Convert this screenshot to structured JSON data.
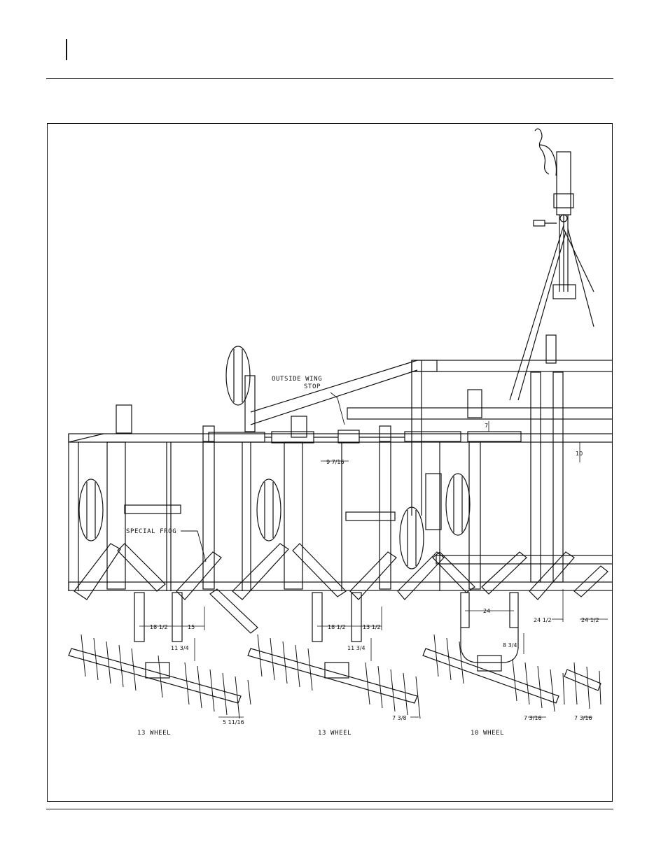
{
  "figure": {
    "callouts": {
      "outside_wing_stop_line1": "OUTSIDE WING",
      "outside_wing_stop_line2": "STOP",
      "special_frog": "SPECIAL FROG"
    },
    "section_labels": [
      "13 WHEEL",
      "13 WHEEL",
      "10 WHEEL"
    ],
    "dimensions": {
      "d1": "7",
      "d2": "10",
      "d3": "9 7/16",
      "d4": "18 1/2",
      "d5": "15",
      "d6": "18 1/2",
      "d7": "13 1/2",
      "d8": "24",
      "d9": "24 1/2",
      "d10": "24 1/2",
      "d11": "11 3/4",
      "d12": "11 3/4",
      "d13": "8 3/4",
      "d14": "5 11/16",
      "d15": "7 3/8",
      "d16": "7 3/16",
      "d17": "7 3/16"
    }
  }
}
